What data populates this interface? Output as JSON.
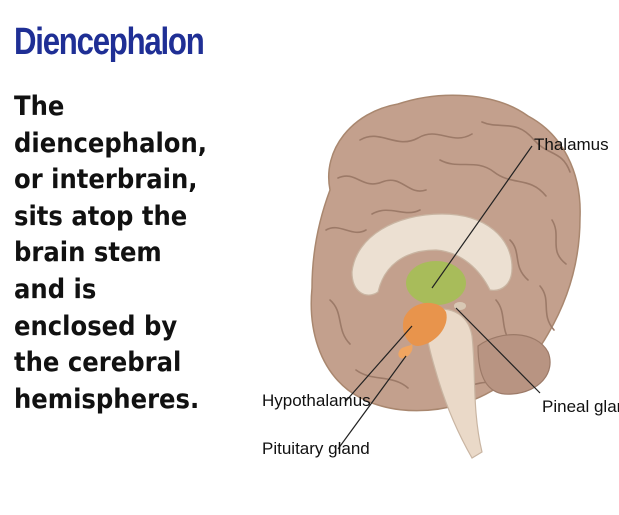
{
  "slide": {
    "title": "Diencephalon",
    "body_lines": [
      "The",
      "diencephalon,",
      "or interbrain,",
      "sits atop the",
      "brain stem",
      "and is",
      "enclosed by",
      "the cerebral",
      "hemispheres."
    ]
  },
  "diagram": {
    "labels": {
      "thalamus": "Thalamus",
      "hypothalamus": "Hypothalamus",
      "pineal": "Pineal gland",
      "pituitary": "Pituitary gland"
    },
    "colors": {
      "cortex": "#c3a08d",
      "cortex_dark": "#9c7a68",
      "white_matter": "#ece0d2",
      "thalamus": "#a8bc5a",
      "hypothalamus": "#e8944c",
      "brainstem": "#ead9c8"
    }
  }
}
